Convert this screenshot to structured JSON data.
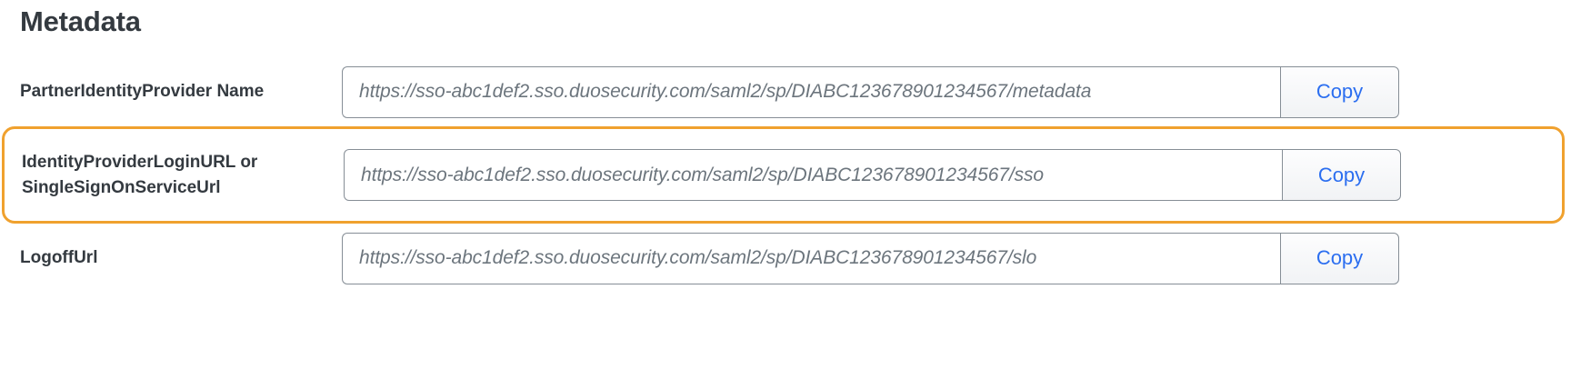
{
  "section": {
    "title": "Metadata"
  },
  "rows": [
    {
      "label": "PartnerIdentityProvider Name",
      "value": "https://sso-abc1def2.sso.duosecurity.com/saml2/sp/DIABC123678901234567/metadata",
      "copy_label": "Copy",
      "highlighted": false
    },
    {
      "label": "IdentityProviderLoginURL or SingleSignOnServiceUrl",
      "value": "https://sso-abc1def2.sso.duosecurity.com/saml2/sp/DIABC123678901234567/sso",
      "copy_label": "Copy",
      "highlighted": true
    },
    {
      "label": "LogoffUrl",
      "value": "https://sso-abc1def2.sso.duosecurity.com/saml2/sp/DIABC123678901234567/slo",
      "copy_label": "Copy",
      "highlighted": false
    }
  ],
  "colors": {
    "highlight_ring": "#f0a12e",
    "link_blue": "#2b6ef0",
    "text_dark": "#343a40",
    "field_text": "#6c757d",
    "border_gray": "#868e96"
  }
}
